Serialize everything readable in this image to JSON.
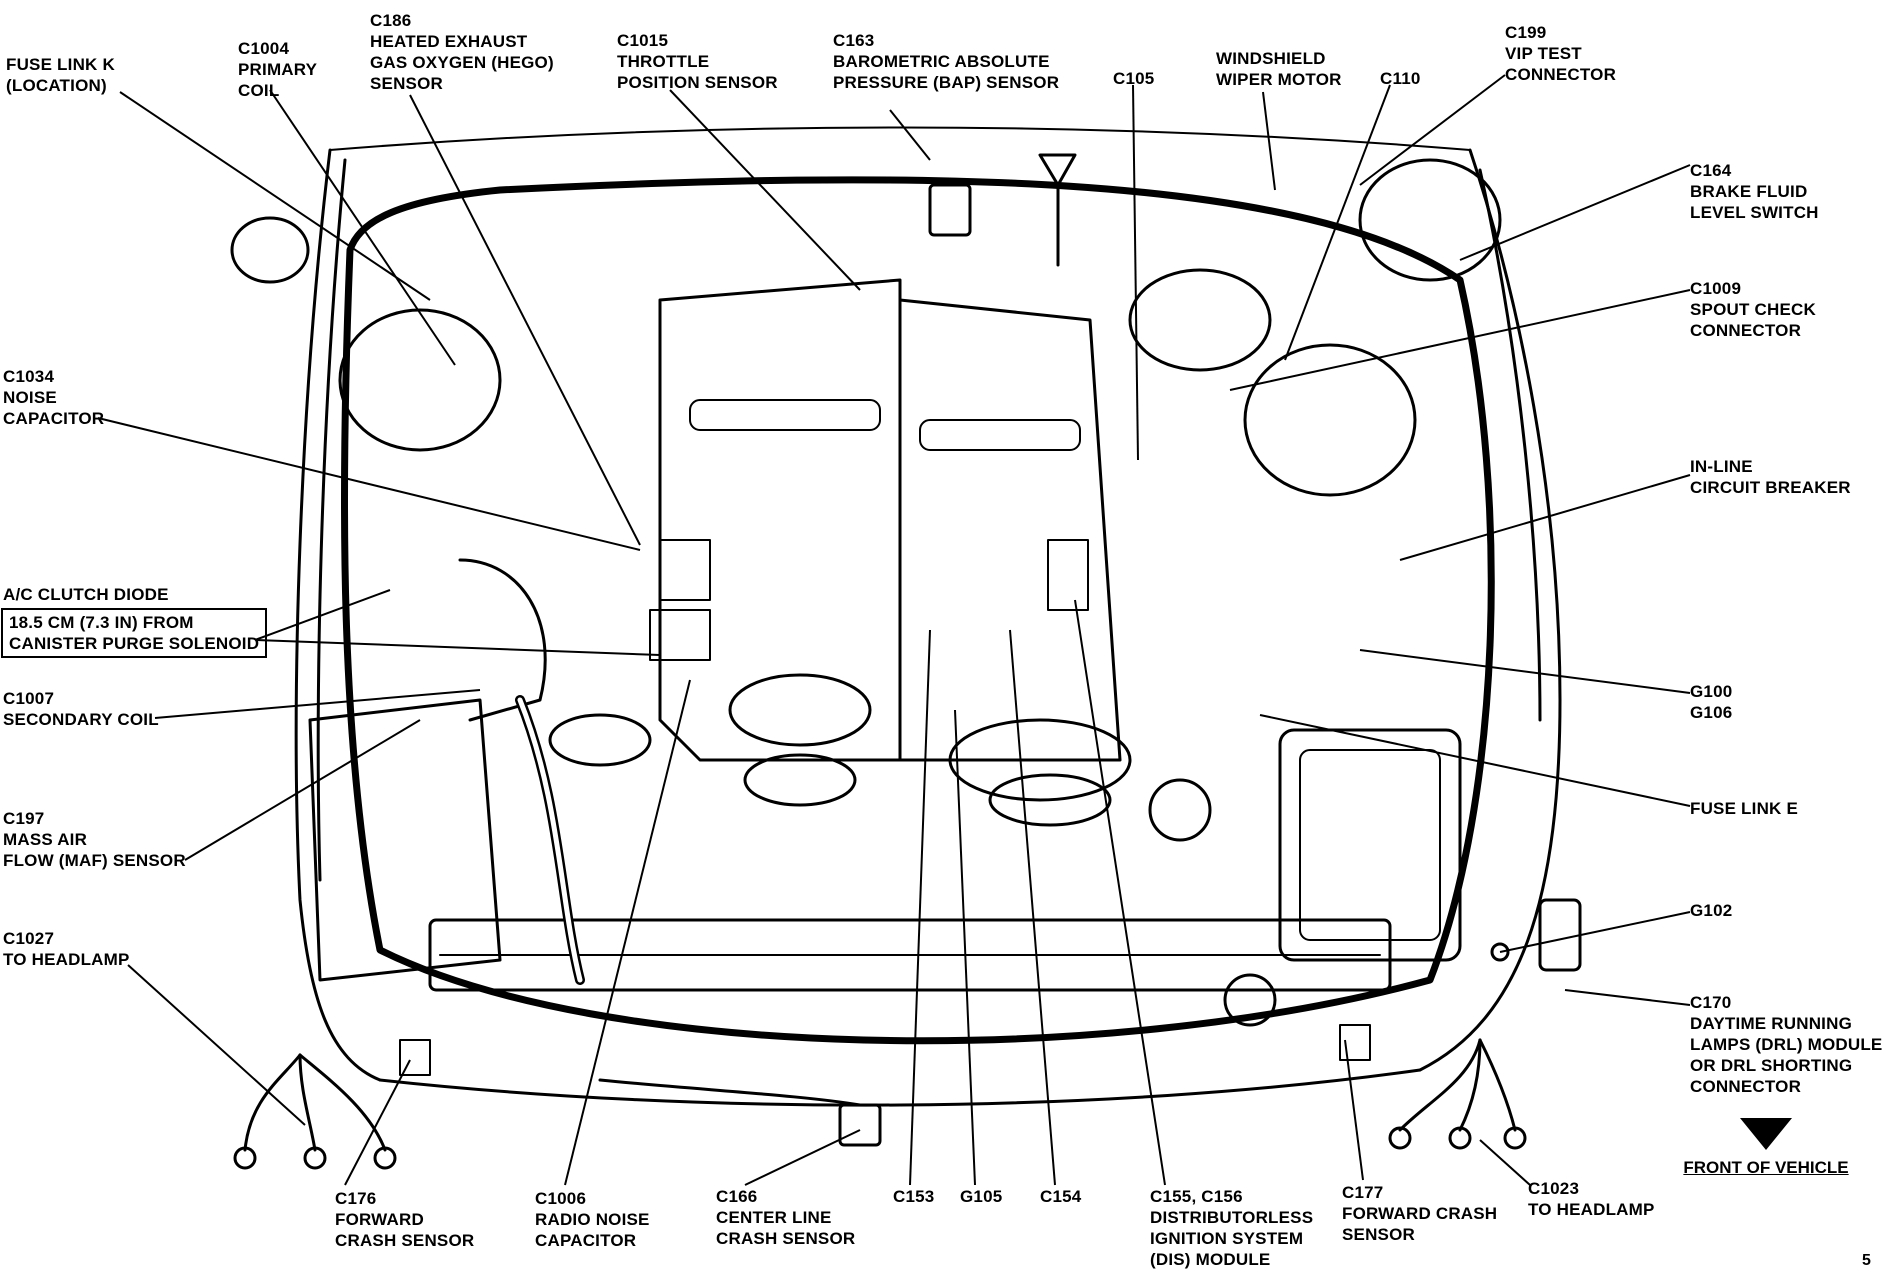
{
  "labels": {
    "fuse_link_k": [
      "FUSE LINK K",
      "(LOCATION)"
    ],
    "c1004": [
      "C1004",
      "PRIMARY",
      "COIL"
    ],
    "c186": [
      "C186",
      "HEATED EXHAUST",
      "GAS OXYGEN (HEGO)",
      "SENSOR"
    ],
    "c1015": [
      "C1015",
      "THROTTLE",
      "POSITION SENSOR"
    ],
    "c163": [
      "C163",
      "BAROMETRIC ABSOLUTE",
      "PRESSURE (BAP) SENSOR"
    ],
    "c105": [
      "C105"
    ],
    "windshield": [
      "WINDSHIELD",
      "WIPER MOTOR"
    ],
    "c110": [
      "C110"
    ],
    "c199": [
      "C199",
      "VIP TEST",
      "CONNECTOR"
    ],
    "c164": [
      "C164",
      "BRAKE FLUID",
      "LEVEL SWITCH"
    ],
    "c1009": [
      "C1009",
      "SPOUT CHECK",
      "CONNECTOR"
    ],
    "c1034": [
      "C1034",
      "NOISE",
      "CAPACITOR"
    ],
    "inline_cb": [
      "IN-LINE",
      "CIRCUIT BREAKER"
    ],
    "ac_diode_title": [
      "A/C CLUTCH DIODE"
    ],
    "ac_diode_box": [
      "18.5 CM (7.3 IN) FROM",
      "CANISTER PURGE SOLENOID"
    ],
    "c1007": [
      "C1007",
      "SECONDARY COIL"
    ],
    "g100": [
      "G100",
      "G106"
    ],
    "c197": [
      "C197",
      "MASS AIR",
      "FLOW (MAF) SENSOR"
    ],
    "fuse_link_e": [
      "FUSE LINK E"
    ],
    "c1027": [
      "C1027",
      "TO HEADLAMP"
    ],
    "g102": [
      "G102"
    ],
    "c170": [
      "C170",
      "DAYTIME RUNNING",
      "LAMPS (DRL) MODULE",
      "OR DRL SHORTING",
      "CONNECTOR"
    ],
    "c176": [
      "C176",
      "FORWARD",
      "CRASH SENSOR"
    ],
    "c1006": [
      "C1006",
      "RADIO NOISE",
      "CAPACITOR"
    ],
    "c166": [
      "C166",
      "CENTER LINE",
      "CRASH SENSOR"
    ],
    "c153": [
      "C153"
    ],
    "g105": [
      "G105"
    ],
    "c154": [
      "C154"
    ],
    "c155": [
      "C155, C156",
      "DISTRIBUTORLESS",
      "IGNITION SYSTEM",
      "(DIS) MODULE"
    ],
    "c177": [
      "C177",
      "FORWARD CRASH",
      "SENSOR"
    ],
    "c1023": [
      "C1023",
      "TO HEADLAMP"
    ],
    "front": "FRONT OF VEHICLE"
  }
}
